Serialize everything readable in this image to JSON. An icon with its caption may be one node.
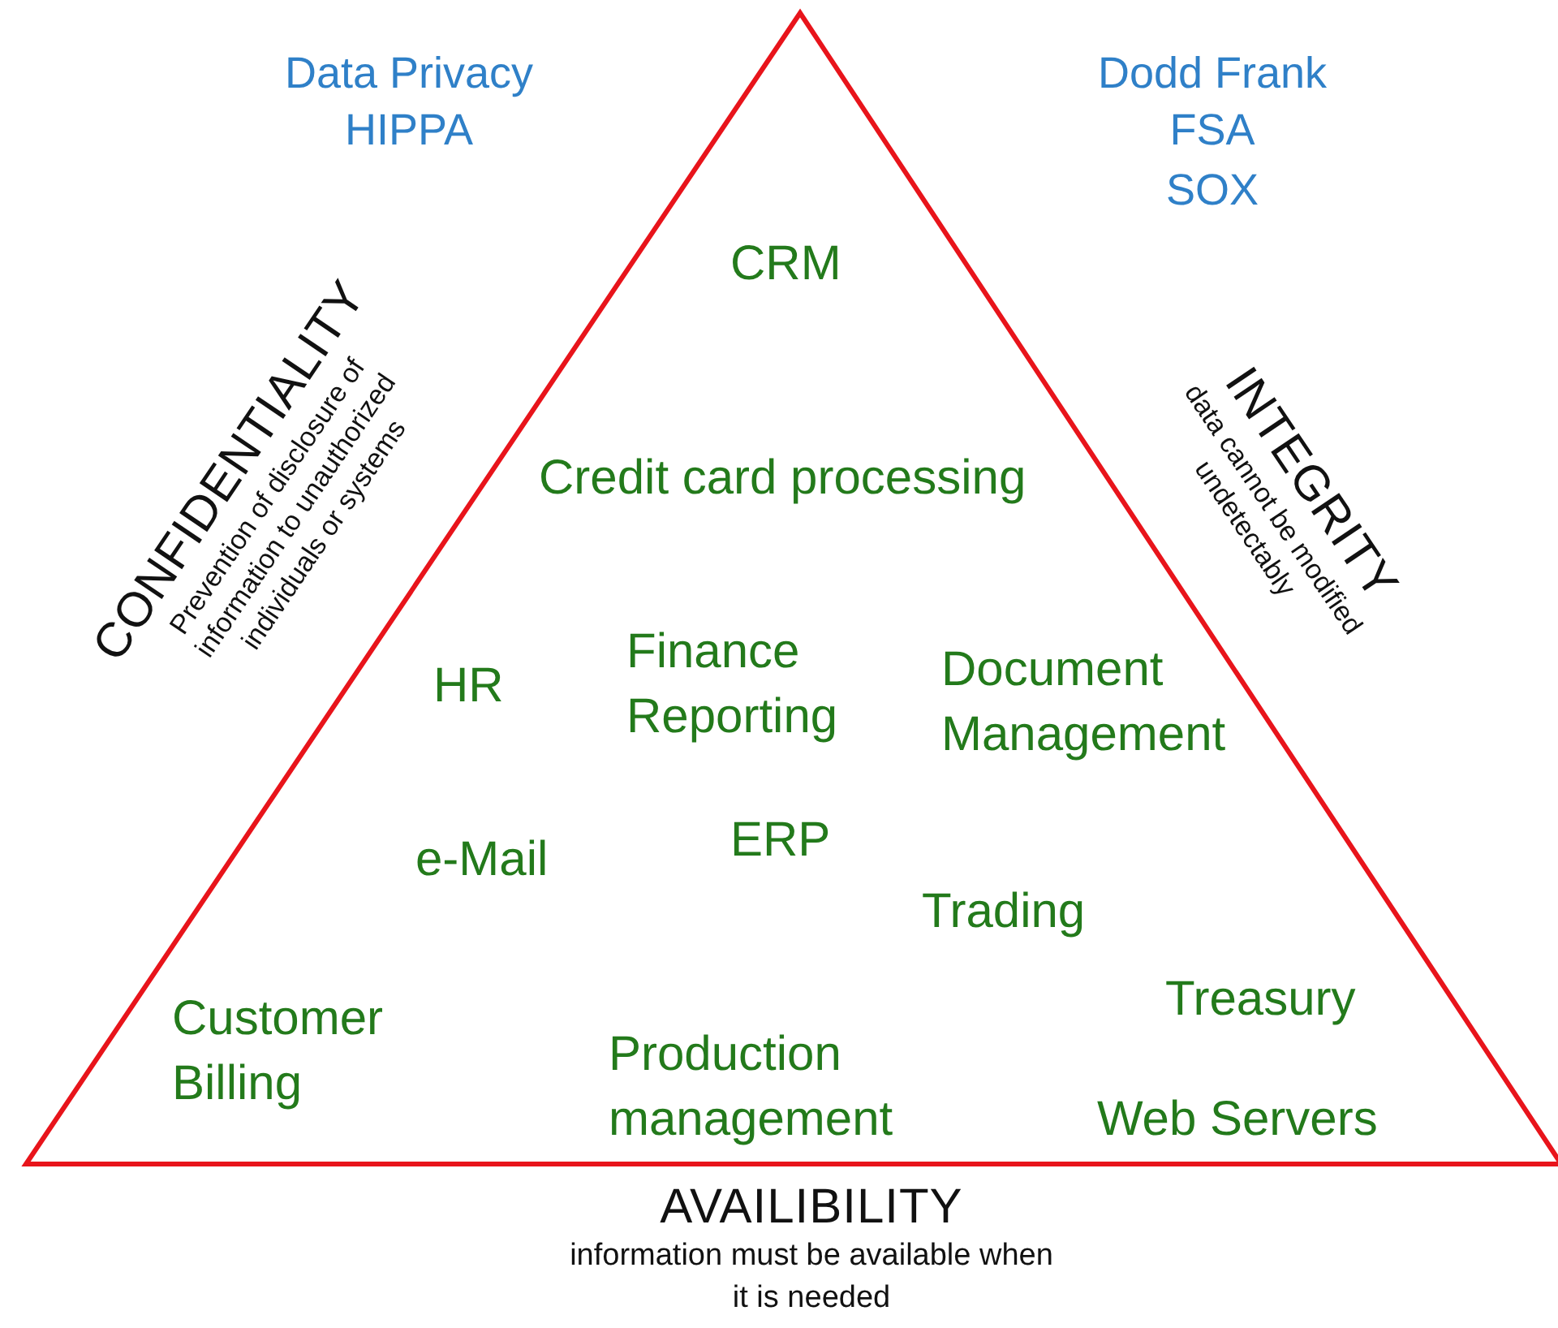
{
  "diagram": {
    "labels": [
      "Data Privacy",
      "HIPPA",
      "Dodd Frank",
      "FSA",
      "SOX",
      "CRM",
      "CONFIDENTIALITY",
      "Prevention of disclosure of information to unauthorized individuals or systems",
      "INTEGRITY",
      "data cannot be modified undetectably",
      "Credit card processing",
      "HR",
      "Finance Reporting",
      "Document Management",
      "e-Mail",
      "ERP",
      "Trading",
      "Treasury",
      "Customer Billing",
      "Production management",
      "Web Servers",
      "AVAILIBILITY",
      "information must be available when it is needed"
    ]
  }
}
